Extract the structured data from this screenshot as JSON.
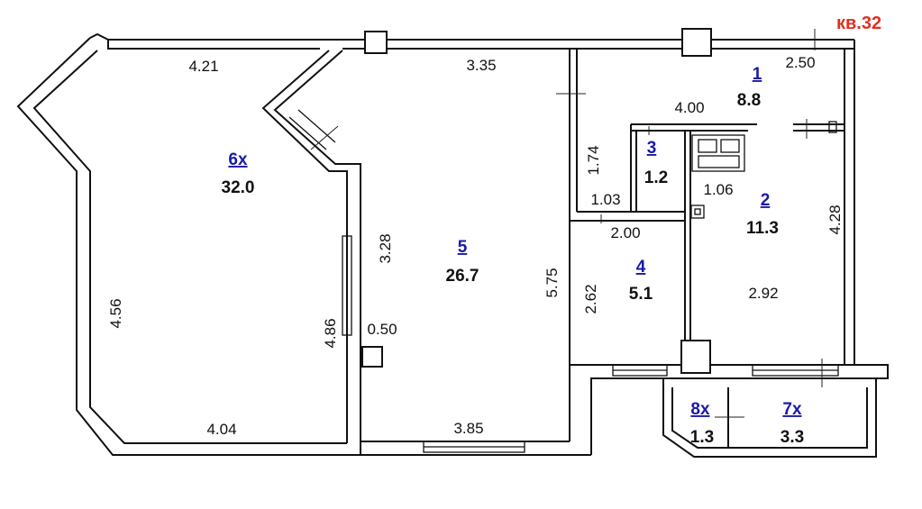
{
  "apartment_label": "кв.32",
  "rooms": [
    {
      "num": "1",
      "area": "8.8"
    },
    {
      "num": "2",
      "area": "11.3"
    },
    {
      "num": "3",
      "area": "1.2"
    },
    {
      "num": "4",
      "area": "5.1"
    },
    {
      "num": "5",
      "area": "26.7"
    },
    {
      "num": "6х",
      "area": "32.0"
    },
    {
      "num": "7х",
      "area": "3.3"
    },
    {
      "num": "8х",
      "area": "1.3"
    }
  ],
  "dimensions": [
    "4.21",
    "3.35",
    "2.50",
    "4.00",
    "1.74",
    "1.03",
    "1.06",
    "2.00",
    "4.28",
    "3.28",
    "5.75",
    "2.62",
    "2.92",
    "4.56",
    "4.86",
    "0.50",
    "4.04",
    "3.85"
  ]
}
